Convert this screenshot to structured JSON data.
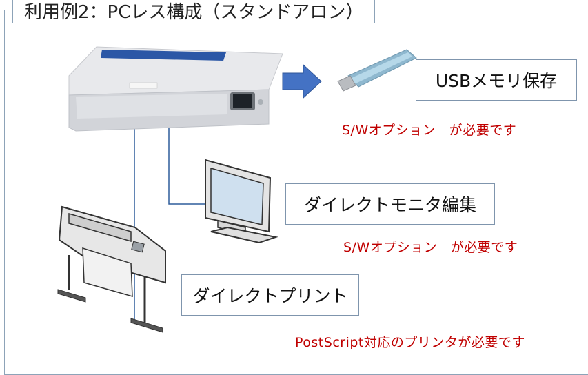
{
  "title": "利用例2：PCレス構成（スタンドアロン）",
  "items": [
    {
      "label": "USBメモリ保存",
      "note": "S/Wオプション　が必要です"
    },
    {
      "label": "ダイレクトモニタ編集",
      "note": "S/Wオプション　が必要です"
    },
    {
      "label": "ダイレクトプリント",
      "note": "PostScript対応のプリンタが必要です"
    }
  ],
  "colors": {
    "note": "#c00000",
    "connector": "#2f5d9b",
    "arrow": "#3d6fb3",
    "frame": "#8da3b8"
  },
  "icons": [
    "scanner-icon",
    "usb-memory-icon",
    "monitor-icon",
    "printer-icon",
    "arrow-right-icon"
  ]
}
